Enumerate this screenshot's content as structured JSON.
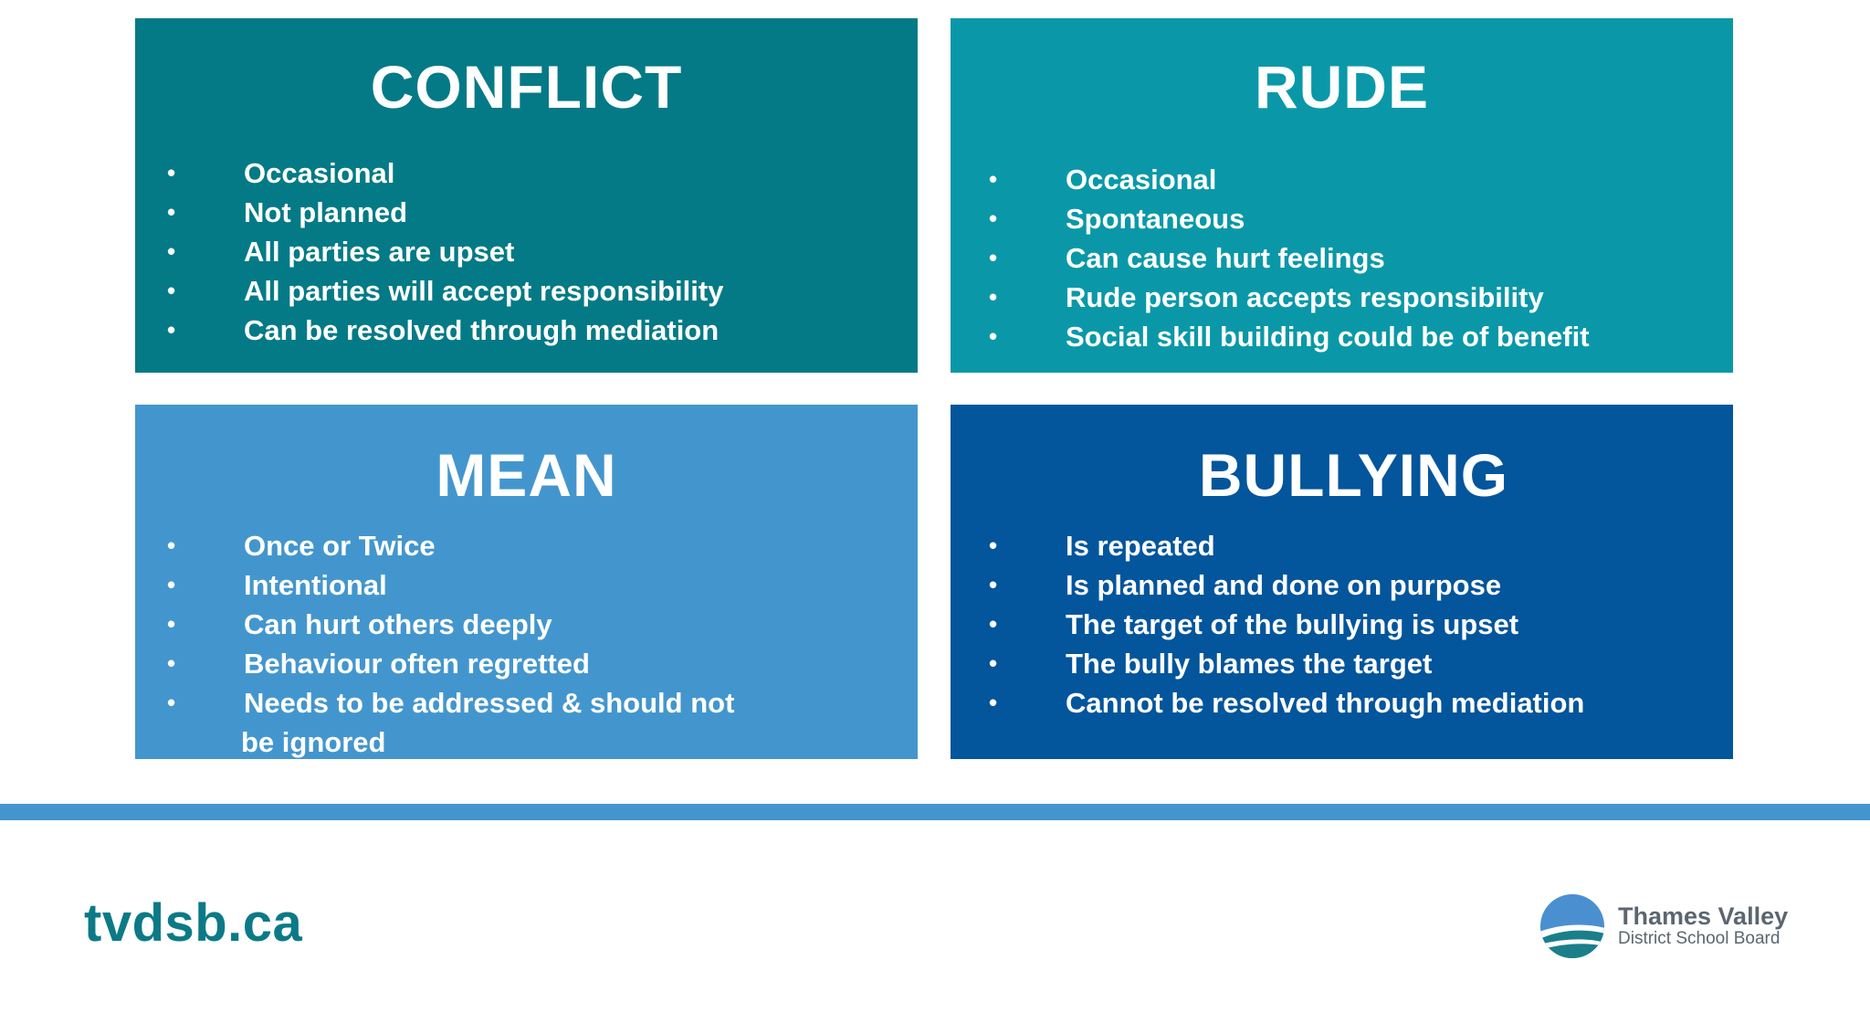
{
  "cards": {
    "conflict": {
      "title": "CONFLICT",
      "items": [
        "Occasional",
        "Not planned",
        "All parties are upset",
        "All parties will accept responsibility",
        "Can be resolved through mediation"
      ]
    },
    "rude": {
      "title": "RUDE",
      "items": [
        "Occasional",
        "Spontaneous",
        "Can cause hurt feelings",
        "Rude person accepts responsibility",
        "Social skill building could be of benefit"
      ]
    },
    "mean": {
      "title": "MEAN",
      "items": [
        "Once or Twice",
        "Intentional",
        "Can hurt others deeply",
        "Behaviour often regretted",
        "Needs to be addressed & should not",
        "be ignored"
      ]
    },
    "bullying": {
      "title": "BULLYING",
      "items": [
        "Is repeated",
        "Is planned and done on purpose",
        "The target of the bullying is upset",
        "The bully blames the target",
        "Cannot be resolved through mediation"
      ]
    }
  },
  "bullet": "•",
  "footer": {
    "url": "tvdsb.ca",
    "logo_name": "Thames Valley",
    "logo_sub": "District School Board"
  },
  "colors": {
    "conflict": "#047a86",
    "rude": "#0a98a8",
    "mean": "#4396cd",
    "bullying": "#03559c",
    "url": "#0c7a86",
    "footer_rule": "#4396cd"
  }
}
